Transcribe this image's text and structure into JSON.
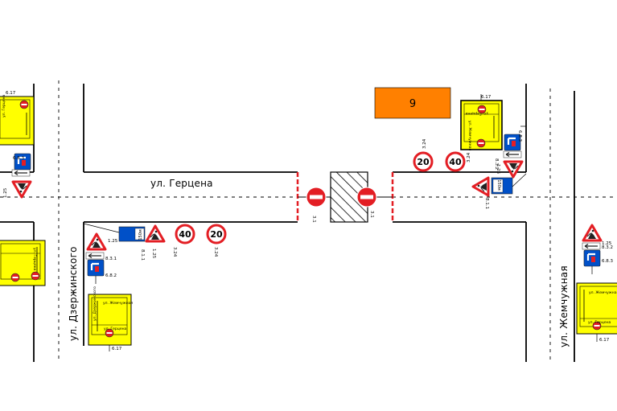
{
  "streets": {
    "herzen": "ул. Герцена",
    "dzerzhinsky": "ул. Дзержинского",
    "zhemchuzhnaya": "ул. Жемчужная"
  },
  "building": {
    "label": "9",
    "color": "#ff8000"
  },
  "speed_limits": {
    "v40": "40",
    "v20": "20"
  },
  "distance_plate": "150м",
  "sign_codes": {
    "s125": "1.25",
    "s324": "3.24",
    "s31": "3.1",
    "s811": "8.1.1",
    "s831": "8.3.1",
    "s832": "8.3.2",
    "s683": "6.8.3",
    "s682": "6.8.2",
    "s617": "6.17",
    "s683b": "6.8.3"
  },
  "detour_scheme": {
    "herzen": "ул. Герцена",
    "dzerzhinsky": "ул. Дзержинского",
    "zhemchuzhnaya": "ул. Жемчужная"
  },
  "colors": {
    "road_line": "#000000",
    "sign_yellow": "#ffff00",
    "sign_red": "#e31e24",
    "sign_blue": "#0050c8",
    "barrier": "#e31e24"
  }
}
